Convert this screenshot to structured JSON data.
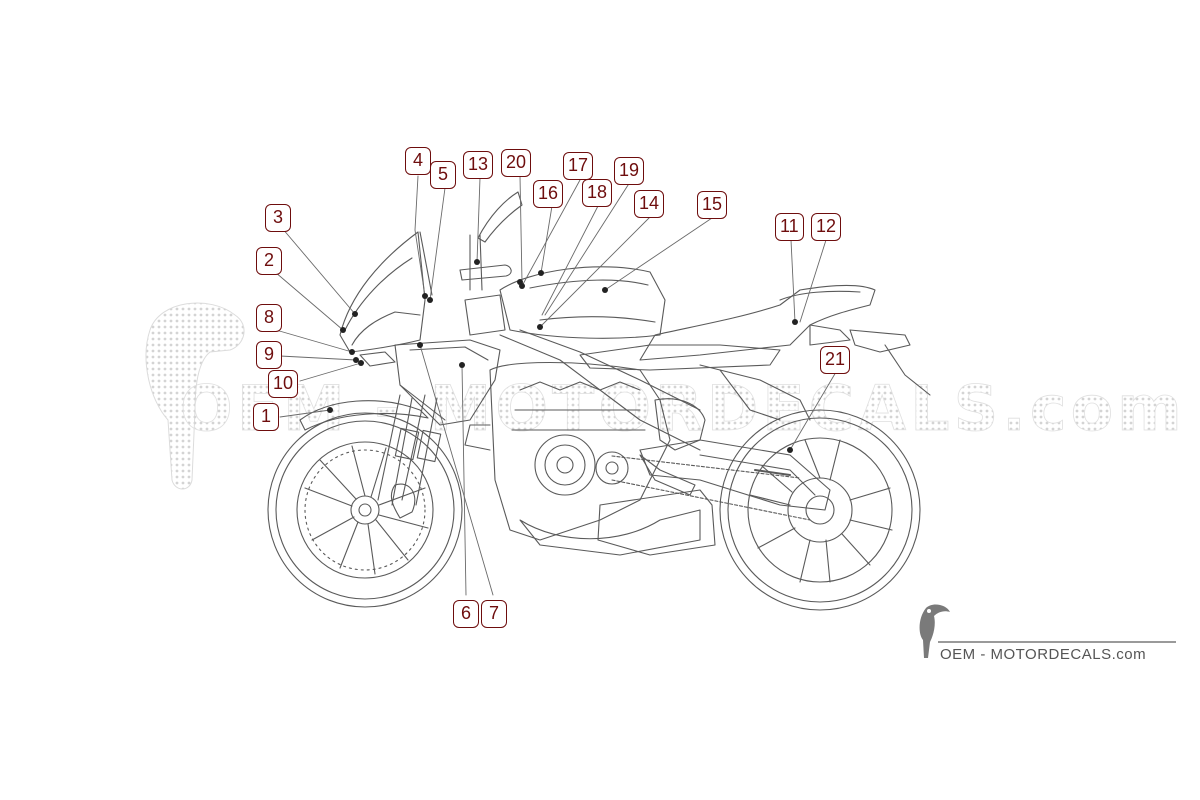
{
  "watermark": {
    "line1": "OEM - MOTORDECALS.com"
  },
  "brand": {
    "text": "OEM - MOTORDECALS.com",
    "logo_icon": "toucan-icon"
  },
  "callouts": [
    {
      "id": "c1",
      "label": "1"
    },
    {
      "id": "c2",
      "label": "2"
    },
    {
      "id": "c3",
      "label": "3"
    },
    {
      "id": "c4",
      "label": "4"
    },
    {
      "id": "c5",
      "label": "5"
    },
    {
      "id": "c6",
      "label": "6"
    },
    {
      "id": "c7",
      "label": "7"
    },
    {
      "id": "c8",
      "label": "8"
    },
    {
      "id": "c9",
      "label": "9"
    },
    {
      "id": "c10",
      "label": "10"
    },
    {
      "id": "c11",
      "label": "11"
    },
    {
      "id": "c12",
      "label": "12"
    },
    {
      "id": "c13",
      "label": "13"
    },
    {
      "id": "c14",
      "label": "14"
    },
    {
      "id": "c15",
      "label": "15"
    },
    {
      "id": "c16",
      "label": "16"
    },
    {
      "id": "c17",
      "label": "17"
    },
    {
      "id": "c18",
      "label": "18"
    },
    {
      "id": "c19",
      "label": "19"
    },
    {
      "id": "c20",
      "label": "20"
    },
    {
      "id": "c21",
      "label": "21"
    }
  ],
  "colors": {
    "callout": "#6e0d0d",
    "line_art": "#5a5a5a",
    "watermark": "#d9d9d9"
  }
}
